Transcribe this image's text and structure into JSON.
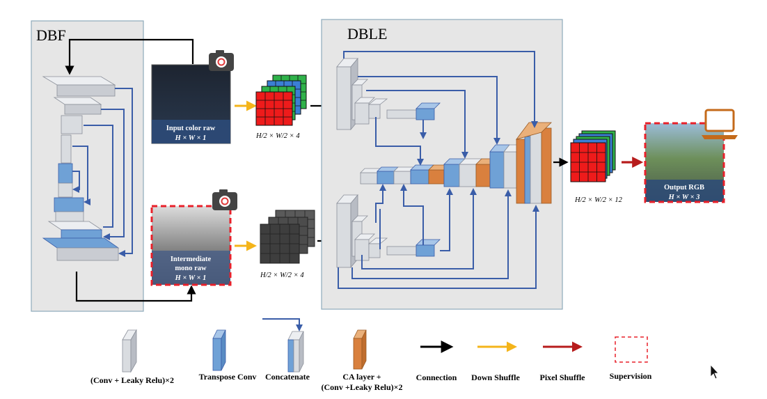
{
  "modules": {
    "dbf_title": "DBF",
    "dble_title": "DBLE"
  },
  "images": {
    "input_color": {
      "caption": "Input color raw",
      "dims": "H × W × 1"
    },
    "mono": {
      "caption_line1": "Intermediate",
      "caption_line2": "mono raw",
      "dims": "H × W × 1"
    },
    "output": {
      "caption": "Output RGB",
      "dims": "H × W × 3"
    }
  },
  "dim_labels": {
    "color_packed": "H/2 × W/2 × 4",
    "mono_packed": "H/2 × W/2 × 4",
    "output_packed": "H/2 × W/2 × 12"
  },
  "legend": {
    "conv": "(Conv + Leaky Relu)×2",
    "transpose": "Transpose Conv",
    "concat": "Concatenate",
    "ca_line1": "CA  layer +",
    "ca_line2": "(Conv +Leaky Relu)×2",
    "connection": "Connection",
    "down_shuffle": "Down Shuffle",
    "pixel_shuffle": "Pixel Shuffle",
    "supervision": "Supervision"
  },
  "colors": {
    "panel_bg": "#e6e6e6",
    "panel_border": "#8eaabb",
    "conv_block": "#d9dce0",
    "transpose_block": "#6fa1d6",
    "ca_block": "#d9803e",
    "arrow_blue": "#3a5da8",
    "arrow_black": "#000000",
    "arrow_yellow": "#f4b41a",
    "arrow_red": "#b71c1c",
    "supervision": "#e8202a",
    "laptop": "#c46a1a"
  },
  "icons": [
    "camera-icon",
    "laptop-icon",
    "cursor-icon"
  ]
}
